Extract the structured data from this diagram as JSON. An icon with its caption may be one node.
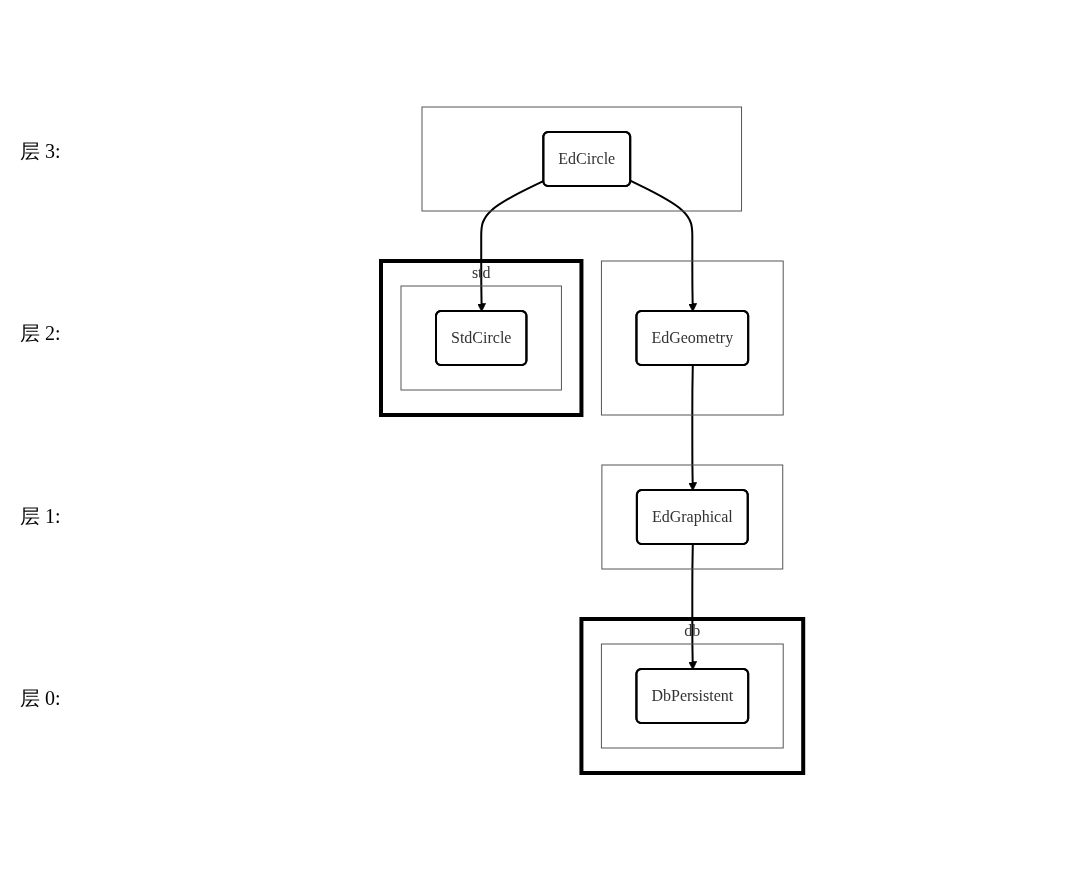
{
  "diagram": {
    "nodes": [
      {
        "text": [],
        "shape": "box"
      },
      {
        "text": [
          "EdCircle"
        ],
        "in": 0
      },
      {
        "text": [],
        "shape": "box"
      },
      {
        "text": [
          "EdGeometry"
        ],
        "in": 2
      },
      {
        "text": [],
        "shape": "box"
      },
      {
        "text": [
          "EdGraphical"
        ],
        "in": 4
      },
      {
        "text": [
          "std"
        ]
      },
      {
        "text": [],
        "shape": "box",
        "in": 6
      },
      {
        "text": [
          "StdCircle"
        ],
        "in": 7
      },
      {
        "text": [
          "db"
        ]
      },
      {
        "text": [],
        "shape": "box",
        "in": 9
      },
      {
        "text": [
          "DbPersistent"
        ],
        "in": 10
      }
    ],
    "edges": [
      {
        "from": 1,
        "to": 3,
        "arrow": "to"
      },
      {
        "from": 1,
        "to": 8,
        "arrow": "to"
      },
      {
        "from": 3,
        "to": 5,
        "arrow": "to"
      },
      {
        "from": 5,
        "to": 11,
        "arrow": "to"
      }
    ],
    "labels": [
      "层 3:",
      "层 2:",
      "层 1:",
      "层 0:"
    ]
  }
}
